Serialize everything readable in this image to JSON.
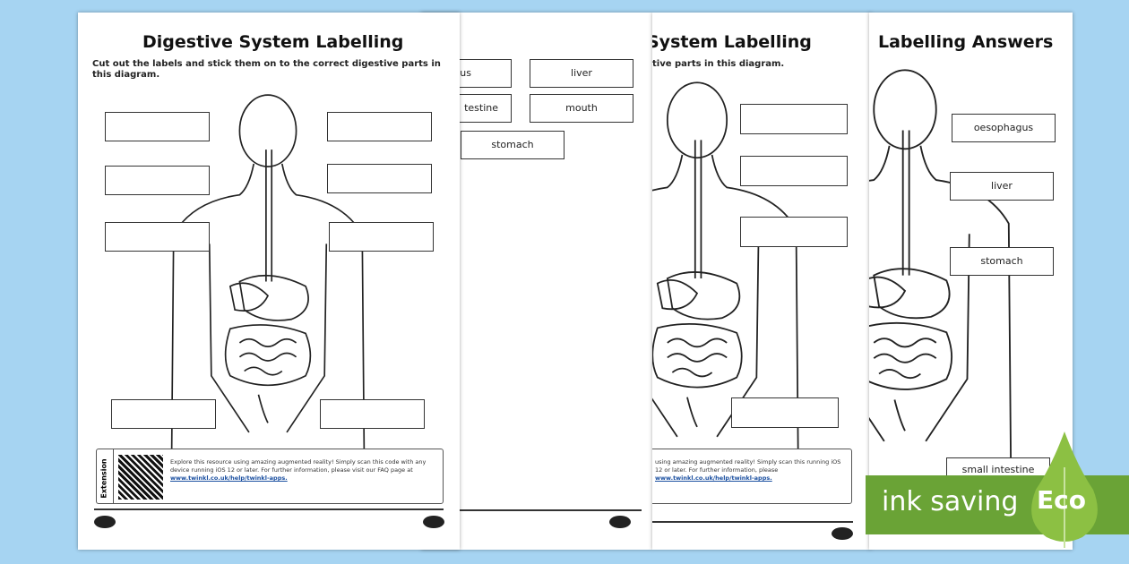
{
  "worksheet1": {
    "title": "Digestive System Labelling",
    "instructions": "Cut out the labels and stick them on to the correct digestive parts in this diagram.",
    "extension": {
      "tab_label": "Extension",
      "text": "Explore this resource using amazing augmented reality! Simply scan this code with any device running iOS 12 or later. For further information, please visit our FAQ page at ",
      "link": "www.twinkl.co.uk/help/twinkl-apps."
    }
  },
  "labels_sheet": {
    "labels": [
      "us",
      "liver",
      "testine",
      "mouth",
      "stomach"
    ]
  },
  "worksheet3": {
    "title": "System Labelling",
    "instructions": "tive parts in this diagram.",
    "extension_text": "using amazing augmented reality! Simply scan this running iOS 12 or later. For further information, please ",
    "link": "www.twinkl.co.uk/help/twinkl-apps."
  },
  "worksheet4": {
    "title": "Labelling Answers",
    "labels": [
      "oesophagus",
      "liver",
      "stomach",
      "small intestine"
    ]
  },
  "badge": {
    "text": "ink saving",
    "eco": "Eco",
    "color": "#6aa336"
  }
}
